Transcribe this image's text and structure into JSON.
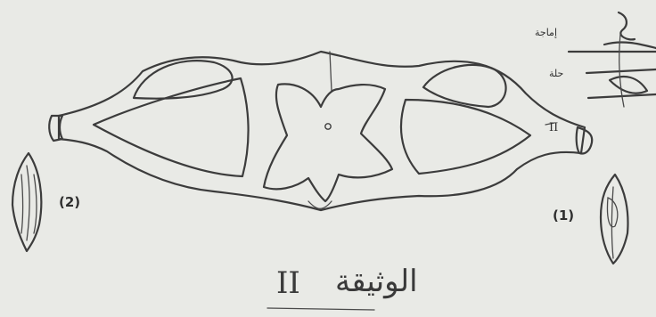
{
  "document": {
    "title": "الوثيقة",
    "title_numeral": "II",
    "inset_labels": {
      "top": "إماجة",
      "middle": "حلة"
    },
    "figure_markers": {
      "left": "(2)",
      "right": "(1)"
    },
    "edge_marker": "II"
  }
}
